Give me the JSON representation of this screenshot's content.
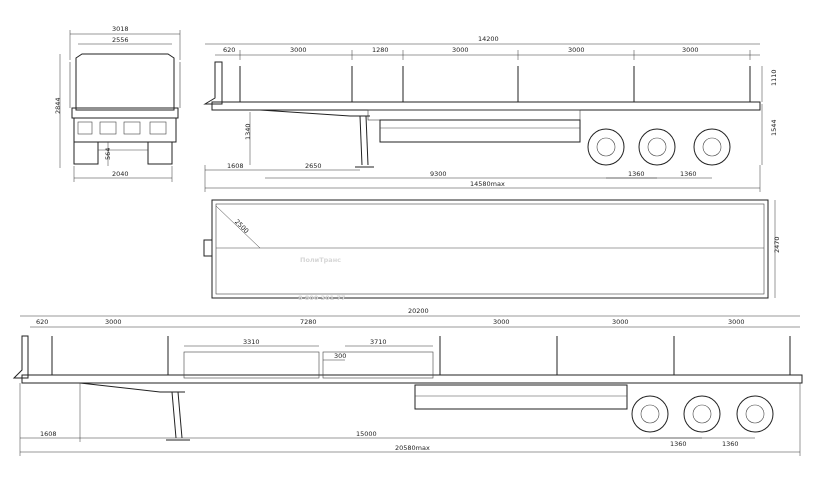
{
  "watermark": {
    "brand": "ПолиТранс",
    "phone": "8 800 301 77"
  },
  "front_view": {
    "width_top": "3018",
    "width_mid": "2556",
    "height_total": "2844",
    "height_coupling": "564",
    "wheel_track": "2040"
  },
  "side_view_top": {
    "total_length": "14200",
    "seg_front": "620",
    "seg1": "3000",
    "seg_gap": "1280",
    "seg2": "3000",
    "seg3": "3000",
    "seg4": "3000",
    "stake_height": "1110",
    "deck_height": "1544",
    "kingpin_height": "1340",
    "front_overhang": "1608",
    "kingpin_to_leg": "2650",
    "kingpin_to_axle": "9300",
    "overall_length": "14580max",
    "axle_spacing_1": "1360",
    "axle_spacing_2": "1360"
  },
  "plan_view": {
    "diagonal": "2500",
    "width": "2470"
  },
  "side_view_extended": {
    "total_length": "20200",
    "seg_front": "620",
    "seg1": "3000",
    "seg_ext": "7280",
    "seg2": "3000",
    "seg3": "3000",
    "seg4": "3000",
    "ext_left": "3310",
    "ext_gap": "300",
    "ext_right": "3710",
    "front_overhang": "1608",
    "kingpin_to_axle": "15000",
    "overall_length": "20580max",
    "axle_spacing_1": "1360",
    "axle_spacing_2": "1360"
  }
}
